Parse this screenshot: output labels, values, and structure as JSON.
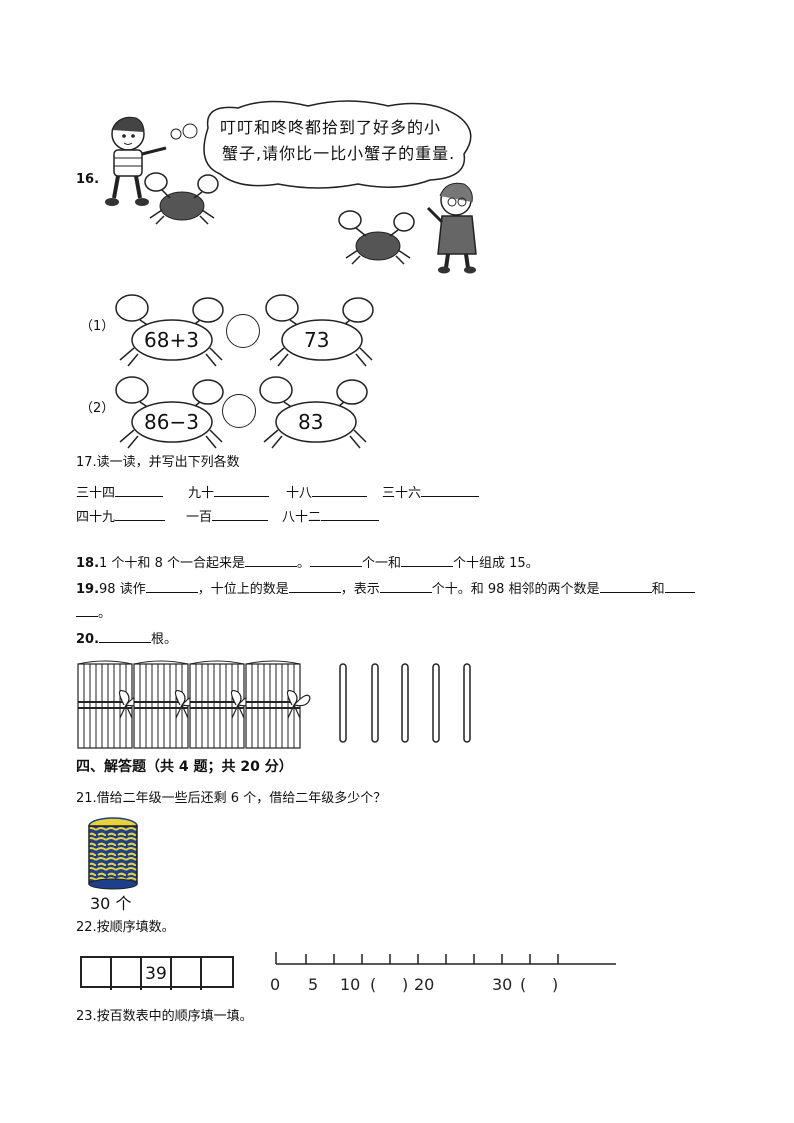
{
  "q16": {
    "number": "16.",
    "bubble_line1": "叮叮和咚咚都拾到了好多的小",
    "bubble_line2": "蟹子,请你比一比小蟹子的重量.",
    "row1_label": "（1）",
    "row1_left": "68+3",
    "row1_right": "73",
    "row2_label": "（2）",
    "row2_left": "86−3",
    "row2_right": "83"
  },
  "q17": {
    "title": "17.读一读，并写出下列各数",
    "items": [
      "三十四",
      "九十",
      "十八",
      "三十六",
      "四十九",
      "一百",
      "八十二"
    ]
  },
  "q18": {
    "prefix": "18.",
    "p1": "1 个十和 8 个一合起来是",
    "p2": "。",
    "p3": "个一和",
    "p4": "个十组成 15。"
  },
  "q19": {
    "prefix": "19.",
    "p1": "98 读作",
    "p2": "，十位上的数是",
    "p3": "，表示",
    "p4": "个十。和 98 相邻的两个数是",
    "p5": "和",
    "p6": "。"
  },
  "q20": {
    "prefix": "20.",
    "suffix": "根。"
  },
  "section4": {
    "title": "四、解答题（共 4 题；共 20 分）"
  },
  "q21": {
    "text": "21.借给二年级一些后还剩 6 个，借给二年级多少个？",
    "jar_label": "30 个"
  },
  "q22": {
    "text": "22.按顺序填数。",
    "boxes": [
      "",
      "",
      "39",
      "",
      ""
    ],
    "line_labels": [
      "0",
      "5",
      "10",
      "(",
      ")",
      "20",
      "30",
      "(",
      ")"
    ]
  },
  "q23": {
    "text": "23.按百数表中的顺序填一填。"
  }
}
